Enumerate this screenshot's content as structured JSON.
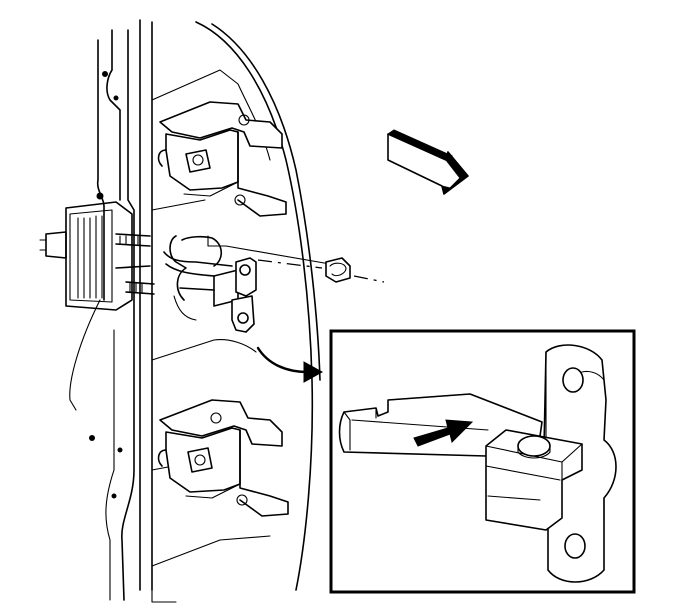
{
  "figure": {
    "parts": [
      "door-panel",
      "upper-hinge",
      "lower-hinge",
      "door-check-link",
      "check-bracket",
      "mounting-nut",
      "body-side-mount"
    ],
    "callouts": [
      "detail-arrow",
      "direction-arrow",
      "installation-arrow"
    ],
    "detail_view": "door-check-link-close-up",
    "colors": {
      "line": "#000000",
      "background": "#ffffff"
    }
  }
}
